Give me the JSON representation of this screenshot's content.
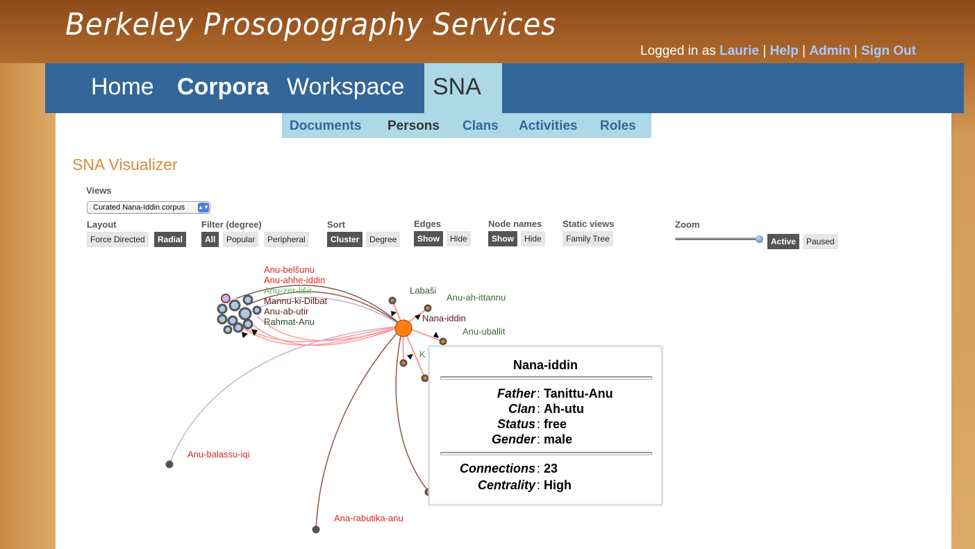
{
  "header": {
    "title": "Berkeley Prosopography Services",
    "logged_in_as": "Logged in as",
    "user": "Laurie",
    "help": "Help",
    "admin": "Admin",
    "sign_out": "Sign Out",
    "sep": "|"
  },
  "nav": {
    "home": "Home",
    "corpora": "Corpora",
    "workspace": "Workspace",
    "sna": "SNA"
  },
  "subnav": {
    "documents": "Documents",
    "persons": "Persons",
    "clans": "Clans",
    "activities": "Activities",
    "roles": "Roles"
  },
  "page_title": "SNA Visualizer",
  "controls": {
    "views_label": "Views",
    "views_value": "Curated Nana-Iddin corpus",
    "layout_label": "Layout",
    "layout": [
      "Force Directed",
      "Radial"
    ],
    "filter_label": "Filter (degree)",
    "filter": [
      "All",
      "Popular",
      "Peripheral"
    ],
    "sort_label": "Sort",
    "sort": [
      "Cluster",
      "Degree"
    ],
    "edges_label": "Edges",
    "edges": [
      "Show",
      "Hide"
    ],
    "names_label": "Node names",
    "names": [
      "Show",
      "Hide"
    ],
    "static_label": "Static views",
    "static": [
      "Family Tree"
    ],
    "zoom_label": "Zoom",
    "zoom_level": 1.0,
    "zoom_modes": [
      "Active",
      "Paused"
    ]
  },
  "graph": {
    "center": "Nana-iddin",
    "labels": [
      "Labaši",
      "Anu-ah-ittannu",
      "Anu-uballit",
      "K",
      "Anu-balassu-iqi",
      "Ana-rabutika-anu",
      "Anu-belšunu",
      "Anu-ahhe-iddin",
      "Anu-zer-lišir",
      "Mannu-ki-Dilbat",
      "Anu-ab-utir",
      "Rahmat-Anu"
    ],
    "colors": {
      "center": "#ff7f0e",
      "node": "#555555",
      "cluster_node": "#aec7e8",
      "edge_red": "#ff9896",
      "edge_purple": "#c5b0d5",
      "edge_brown": "#8c564b"
    }
  },
  "tooltip": {
    "name": "Nana-iddin",
    "fields": [
      {
        "k": "Father",
        "v": "Tanittu-Anu"
      },
      {
        "k": "Clan",
        "v": "Ah-utu"
      },
      {
        "k": "Status",
        "v": "free"
      },
      {
        "k": "Gender",
        "v": "male"
      }
    ],
    "stats": [
      {
        "k": "Connections",
        "v": "23"
      },
      {
        "k": "Centrality",
        "v": "High"
      }
    ]
  }
}
